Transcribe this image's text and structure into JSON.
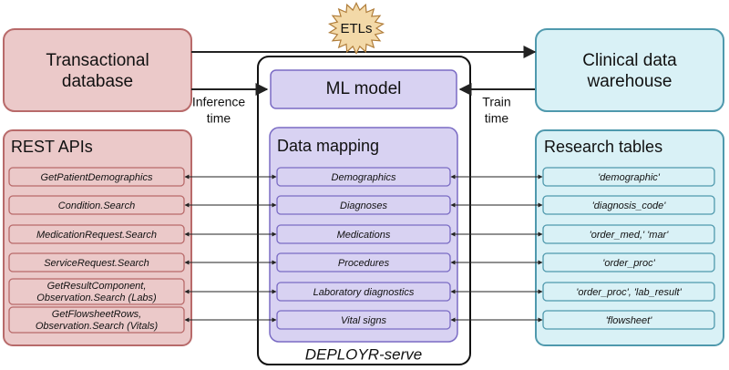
{
  "transactional_db": {
    "line1": "Transactional",
    "line2": "database"
  },
  "clinical_dw": {
    "line1": "Clinical data",
    "line2": "warehouse"
  },
  "etl": {
    "label": "ETLs"
  },
  "inference": {
    "line1": "Inference",
    "line2": "time"
  },
  "train": {
    "line1": "Train",
    "line2": "time"
  },
  "ml_model": {
    "label": "ML model"
  },
  "rest_apis": {
    "title": "REST APIs",
    "items": [
      {
        "line1": "GetPatientDemographics",
        "line2": ""
      },
      {
        "line1": "Condition.Search",
        "line2": ""
      },
      {
        "line1": "MedicationRequest.Search",
        "line2": ""
      },
      {
        "line1": "ServiceRequest.Search",
        "line2": ""
      },
      {
        "line1": "GetResultComponent,",
        "line2": "Observation.Search (Labs)"
      },
      {
        "line1": "GetFlowsheetRows,",
        "line2": "Observation.Search (Vitals)"
      }
    ]
  },
  "data_mapping": {
    "title": "Data mapping",
    "items": [
      "Demographics",
      "Diagnoses",
      "Medications",
      "Procedures",
      "Laboratory diagnostics",
      "Vital signs"
    ]
  },
  "research_tables": {
    "title": "Research tables",
    "items": [
      "'demographic'",
      "'diagnosis_code'",
      "'order_med,' 'mar'",
      "'order_proc'",
      "'order_proc', 'lab_result'",
      "'flowsheet'"
    ]
  },
  "deployr": {
    "label": "DEPLOYR-serve"
  },
  "colors": {
    "red_fill": "#ebc9c9",
    "red_stroke": "#b86a6a",
    "blue_fill": "#d9f1f6",
    "blue_stroke": "#4f99ad",
    "purple_fill": "#d8d2f2",
    "purple_stroke": "#7a6bc4",
    "star_fill": "#f3d9a8",
    "star_stroke": "#b07d3a"
  }
}
